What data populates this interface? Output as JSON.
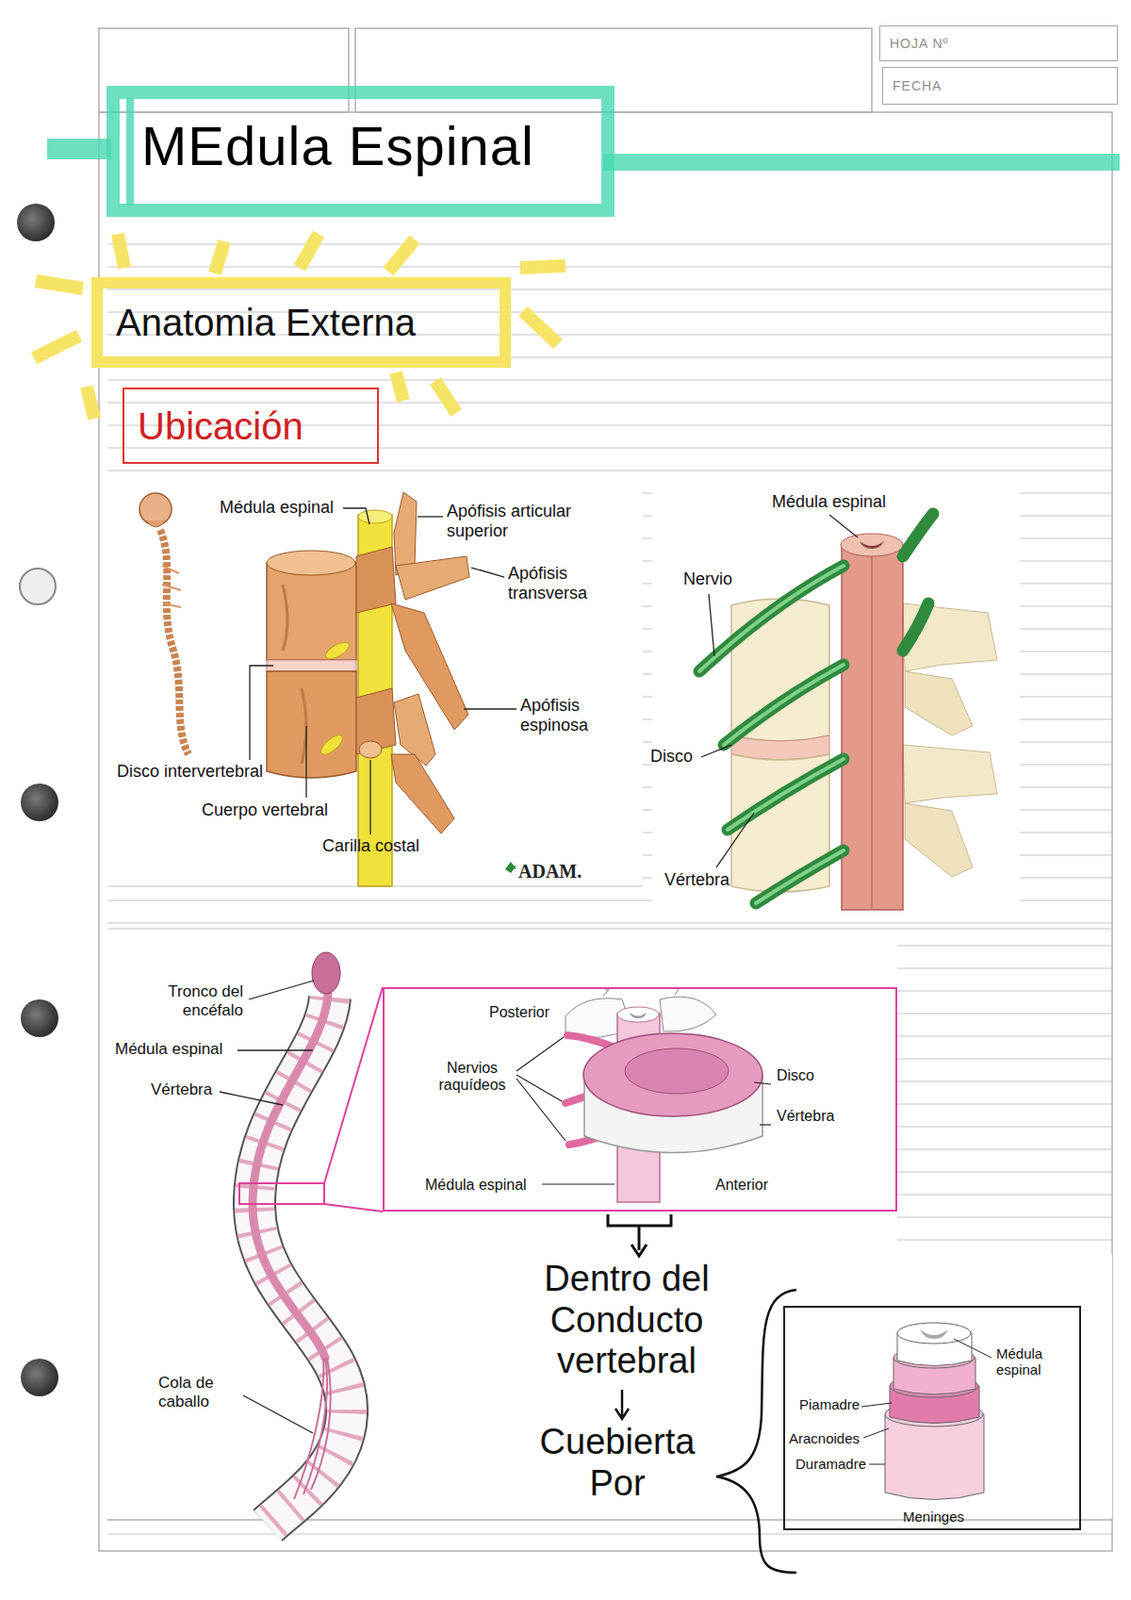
{
  "diagram": {
    "title": "MEdula Espinal",
    "nodes": [
      {
        "text": [
          "HOJA Nº"
        ]
      },
      {
        "text": [
          "FECHA"
        ]
      },
      {
        "text": [
          "Anatomia Externa"
        ]
      },
      {
        "text": [
          "Ubicación"
        ]
      },
      {
        "text": [
          "Posterior",
          "Nervios raquídeos",
          "Disco",
          "Vértebra",
          "Médula espinal",
          "Anterior"
        ]
      },
      {
        "text": [
          "Médula espinal",
          "Piamadre",
          "Aracnoides",
          "Duramadre",
          "Meninges"
        ]
      }
    ],
    "labels": [
      "Médula espinal",
      "Apófisis articular superior",
      "Apófisis transversa",
      "Apófisis espinosa",
      "Disco intervertebral",
      "Cuerpo vertebral",
      "Carilla costal",
      "ADAM.",
      "Médula espinal",
      "Nervio",
      "Disco",
      "Vértebra",
      "Tronco del encéfalo",
      "Médula espinal",
      "Vértebra",
      "Cola de caballo",
      "Dentro del Conducto vertebral",
      "Cuebierta Por"
    ]
  }
}
